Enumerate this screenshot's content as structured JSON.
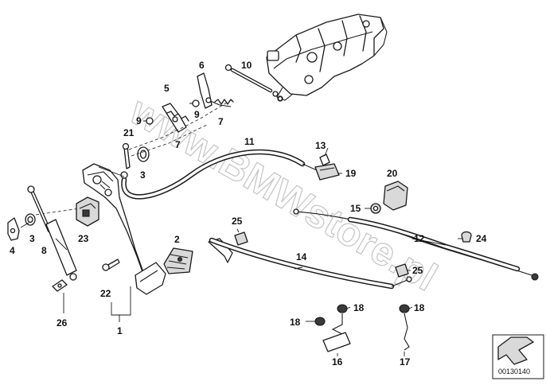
{
  "watermark": "www.BMWstore.pl",
  "diagram_id": "00130140",
  "callouts": {
    "c1": "1",
    "c2": "2",
    "c3a": "3",
    "c3b": "3",
    "c4": "4",
    "c5": "5",
    "c6": "6",
    "c7a": "7",
    "c7b": "7",
    "c8": "8",
    "c9a": "9",
    "c9b": "9",
    "c10": "10",
    "c11": "11",
    "c12": "12",
    "c13": "13",
    "c14": "14",
    "c15": "15",
    "c16": "16",
    "c17": "17",
    "c18a": "18",
    "c18b": "18",
    "c18c": "18",
    "c19": "19",
    "c20": "20",
    "c21": "21",
    "c22": "22",
    "c23": "23",
    "c24": "24",
    "c25a": "25",
    "c25b": "25",
    "c26": "26"
  }
}
